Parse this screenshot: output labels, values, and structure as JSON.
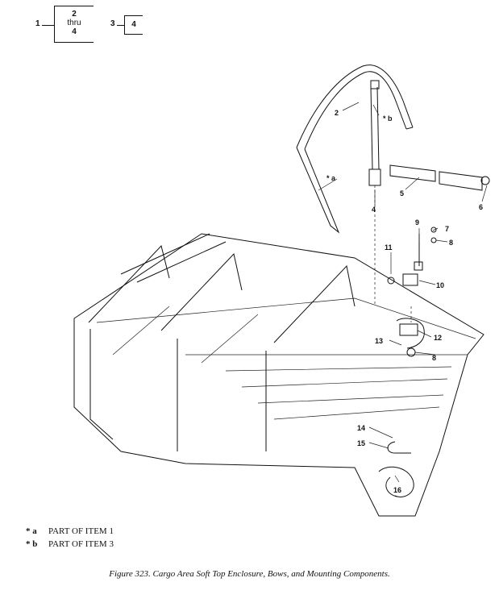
{
  "index_tree": {
    "root_label": "1",
    "box_top": "2",
    "box_mid": "thru",
    "box_bottom": "4",
    "side_label": "3",
    "side_box": "4"
  },
  "callouts": {
    "c1": "2",
    "c2": "* b",
    "c3": "* a",
    "c4": "5",
    "c5": "6",
    "c6": "4",
    "c7": "9",
    "c8": "7",
    "c9": "8",
    "c10": "11",
    "c11": "10",
    "c12": "12",
    "c13": "13",
    "c14": "8",
    "c15": "14",
    "c16": "15",
    "c17": "16"
  },
  "legend": [
    {
      "symbol": "* a",
      "text": "PART OF ITEM 1"
    },
    {
      "symbol": "* b",
      "text": "PART OF ITEM 3"
    }
  ],
  "caption": "Figure 323.  Cargo Area Soft Top Enclosure, Bows, and Mounting Components."
}
